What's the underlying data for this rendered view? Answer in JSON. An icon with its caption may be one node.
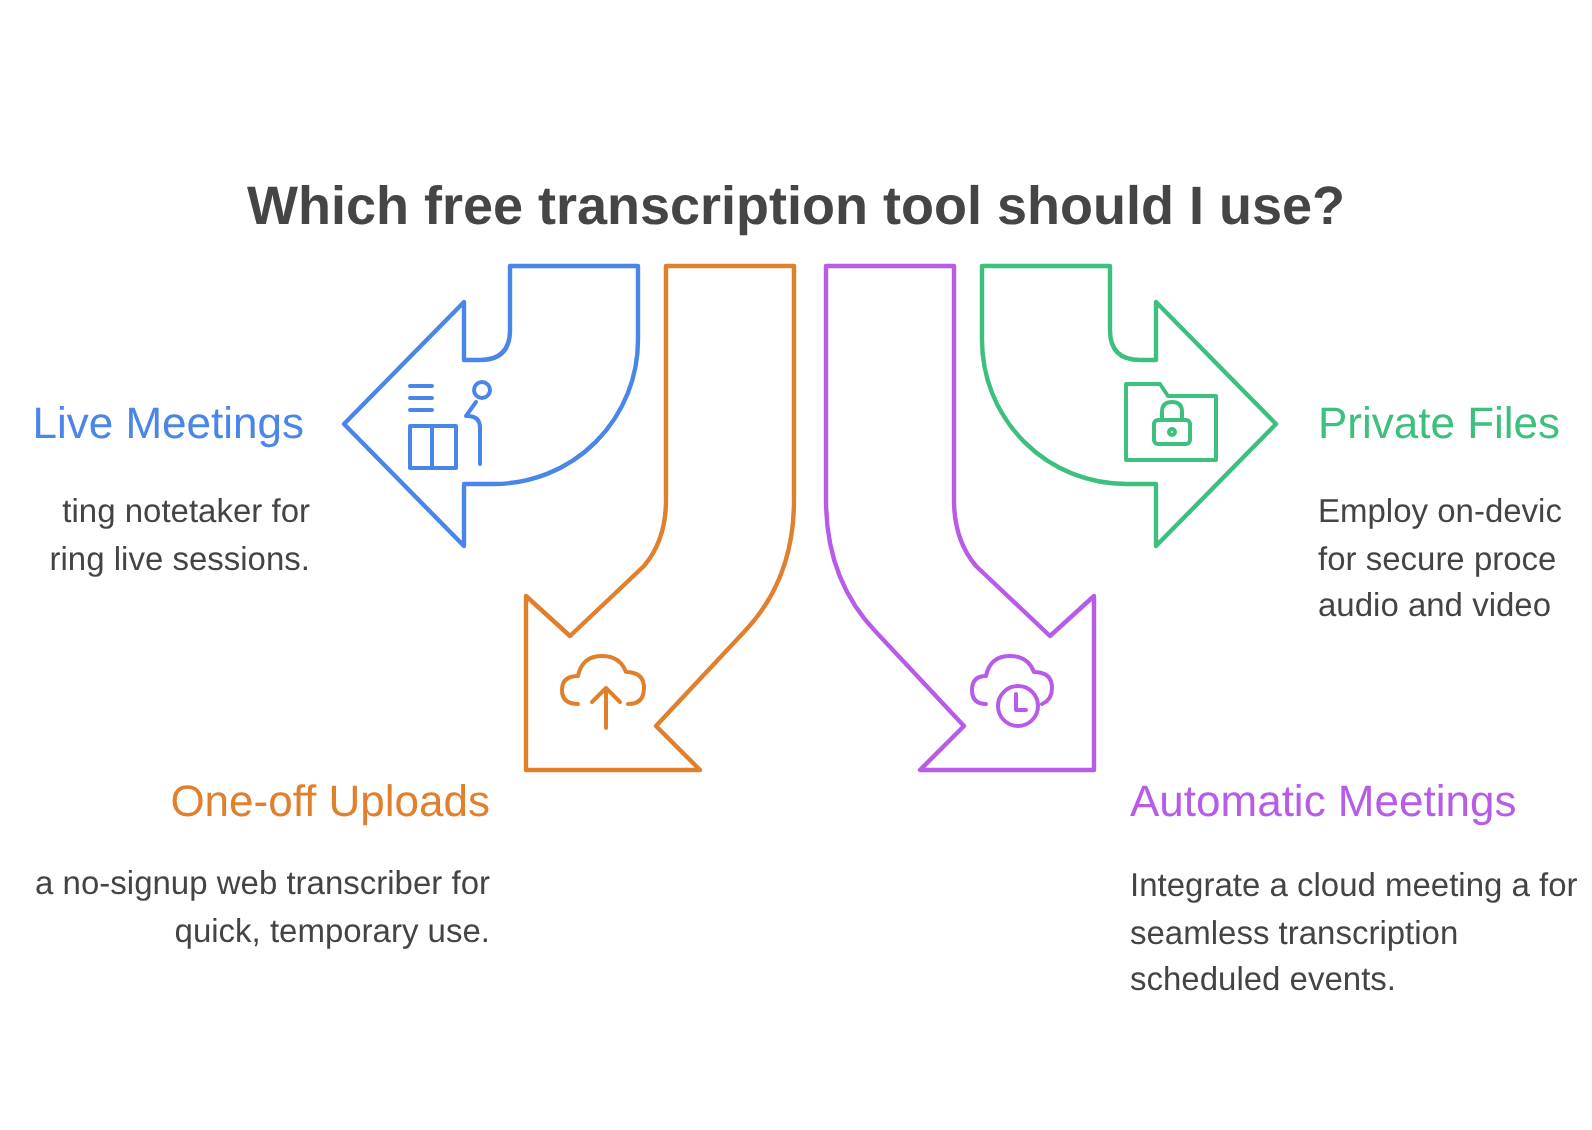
{
  "diagram": {
    "title": "Which free transcription tool should I use?",
    "nodes": [
      {
        "text": [],
        "shape": "arrow",
        "beside": [
          "Live Meetings",
          "ting notetaker for ring live sessions."
        ]
      },
      {
        "text": [],
        "shape": "arrow",
        "beside": [
          "One-off Uploads",
          "a no-signup web transcriber for quick, temporary use."
        ]
      },
      {
        "text": [],
        "shape": "arrow",
        "beside": [
          "Automatic Meetings",
          "Integrate a cloud meeting a for seamless transcription scheduled events."
        ]
      },
      {
        "text": [],
        "shape": "arrow",
        "beside": [
          "Private Files",
          "Employ on-devic for secure proce audio and video"
        ]
      }
    ],
    "edges": []
  }
}
